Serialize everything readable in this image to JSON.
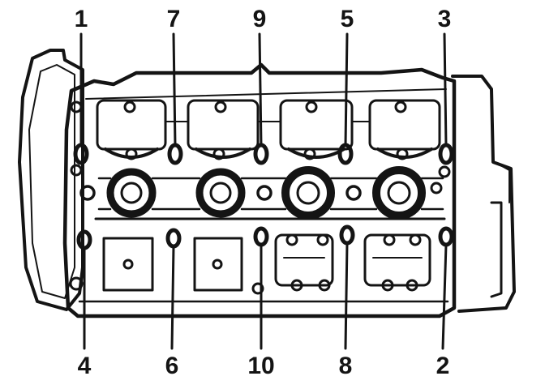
{
  "diagram": {
    "subject": "cylinder head bolt tightening sequence",
    "ink_color": "#141414",
    "background_color": "#ffffff",
    "callouts_top": [
      {
        "label": "1"
      },
      {
        "label": "7"
      },
      {
        "label": "9"
      },
      {
        "label": "5"
      },
      {
        "label": "3"
      }
    ],
    "callouts_bottom": [
      {
        "label": "4"
      },
      {
        "label": "6"
      },
      {
        "label": "10"
      },
      {
        "label": "8"
      },
      {
        "label": "2"
      }
    ]
  }
}
